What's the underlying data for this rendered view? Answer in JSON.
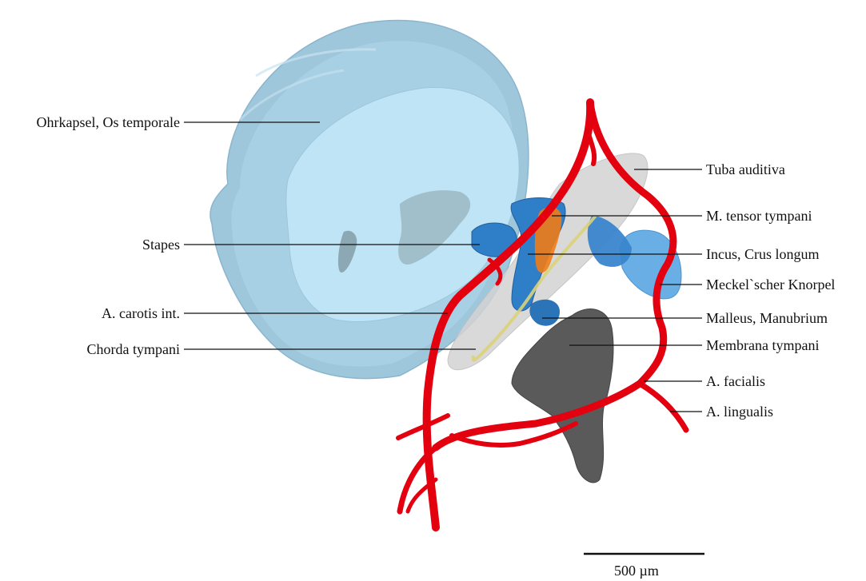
{
  "labels": {
    "left": [
      {
        "id": "ohrkapsel",
        "text": "Ohrkapsel, Os temporale"
      },
      {
        "id": "stapes",
        "text": "Stapes"
      },
      {
        "id": "carotis",
        "text": "A. carotis int."
      },
      {
        "id": "chorda",
        "text": "Chorda tympani"
      }
    ],
    "right": [
      {
        "id": "tuba",
        "text": "Tuba auditiva"
      },
      {
        "id": "tensor",
        "text": "M. tensor tympani"
      },
      {
        "id": "incus",
        "text": "Incus, Crus longum"
      },
      {
        "id": "meckel",
        "text": "Meckel`scher Knorpel"
      },
      {
        "id": "malleus",
        "text": "Malleus, Manubrium"
      },
      {
        "id": "membrana",
        "text": "Membrana tympani"
      },
      {
        "id": "facialis",
        "text": "A. facialis"
      },
      {
        "id": "lingualis",
        "text": "A. lingualis"
      }
    ]
  },
  "scale_bar": {
    "label": "500 µm"
  },
  "colors": {
    "otic_capsule": "#b7dcef",
    "otic_capsule_shade": "#9fc7dc",
    "artery": "#e3000f",
    "ossicle_blue": "#2f7fc8",
    "meckel_light_blue": "#6aaee6",
    "tuba_gray": "#d3d3d3",
    "membrane_dark": "#555555",
    "tensor_orange": "#f07c16",
    "chorda_yellow": "#d9d27a"
  }
}
